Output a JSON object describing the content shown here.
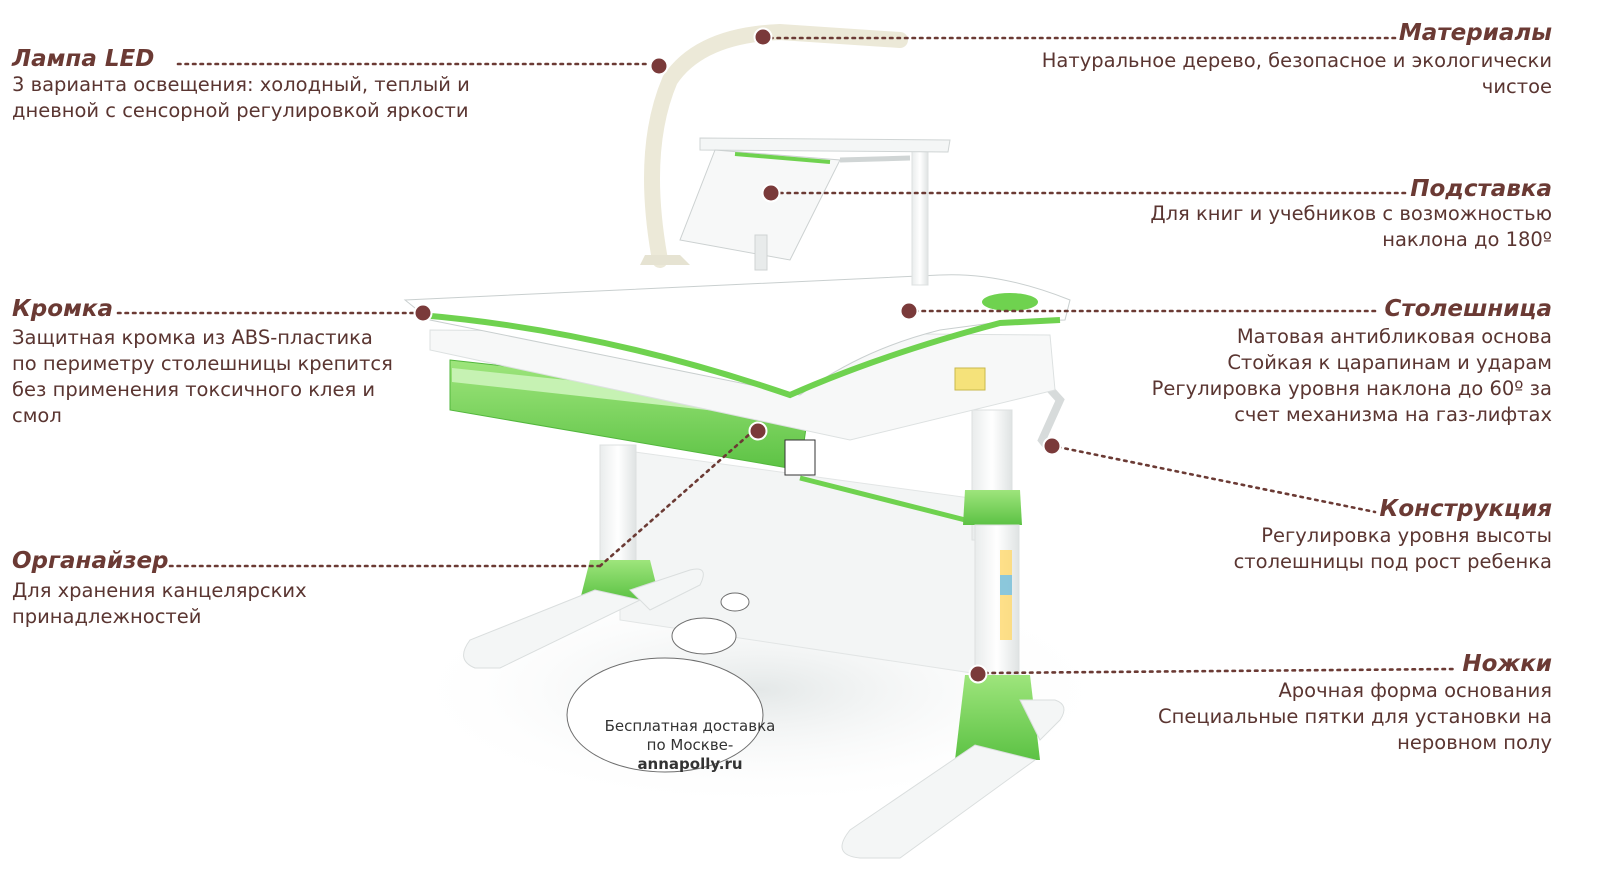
{
  "colors": {
    "title": "#6b3a34",
    "text": "#5a3531",
    "leader": "#6b3a34",
    "accent_green": "#7ed957",
    "dark_green": "#4cb838"
  },
  "callouts": {
    "lamp": {
      "title": "Лампа LED",
      "lines": [
        "3 варианта освещения: холодный, теплый и",
        "дневной с сенсорной регулировкой яркости"
      ]
    },
    "edge": {
      "title": "Кромка",
      "lines": [
        "Защитная кромка из ABS-пластика",
        "по периметру столешницы крепится",
        "без применения токсичного клея и",
        "смол"
      ]
    },
    "organizer": {
      "title": "Органайзер",
      "lines": [
        "Для хранения канцелярских",
        "принадлежностей"
      ]
    },
    "materials": {
      "title": "Материалы",
      "lines": [
        "Натуральное дерево, безопасное и экологически",
        "чистое"
      ]
    },
    "stand": {
      "title": "Подставка",
      "lines": [
        "Для книг и учебников с возможностью",
        "наклона до 180º"
      ]
    },
    "tabletop": {
      "title": "Столешница",
      "lines": [
        "Матовая антибликовая основа",
        "Стойкая к царапинам и ударам",
        "Регулировка уровня наклона до 60º за",
        "счет механизма на газ-лифтах"
      ]
    },
    "construction": {
      "title": "Конструкция",
      "lines": [
        "Регулировка уровня высоты",
        "столешницы под рост ребенка"
      ]
    },
    "legs": {
      "title": "Ножки",
      "lines": [
        "Арочная форма основания",
        "Специальные пятки для установки на",
        "неровном полу"
      ]
    }
  },
  "bubble": {
    "line1": "Бесплатная доставка",
    "line2": "по Москве-",
    "site": "annapolly.ru"
  }
}
